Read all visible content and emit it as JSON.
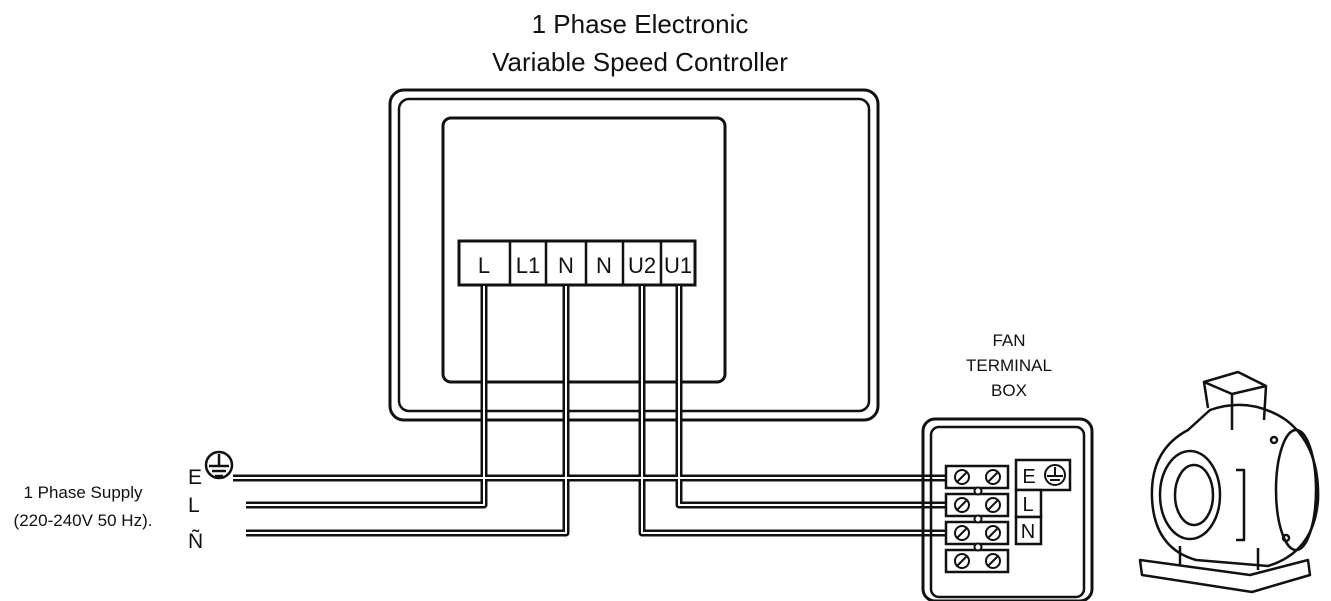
{
  "controller": {
    "title_line1": "1 Phase Electronic",
    "title_line2": "Variable Speed Controller",
    "terminals": [
      "L",
      "L1",
      "N",
      "N",
      "U2",
      "U1"
    ]
  },
  "fan_box": {
    "label_line1": "FAN",
    "label_line2": "TERMINAL",
    "label_line3": "BOX",
    "terminal_E": "E",
    "terminal_L": "L",
    "terminal_N": "N"
  },
  "supply": {
    "label_line1": "1 Phase Supply",
    "label_line2": "(220-240V 50 Hz).",
    "wire_E": "E",
    "wire_L": "L",
    "wire_N": "Ñ"
  },
  "colors": {
    "line": "#111111",
    "background": "#ffffff"
  },
  "icons": [
    "earth-ground-icon",
    "fan-illustration"
  ]
}
